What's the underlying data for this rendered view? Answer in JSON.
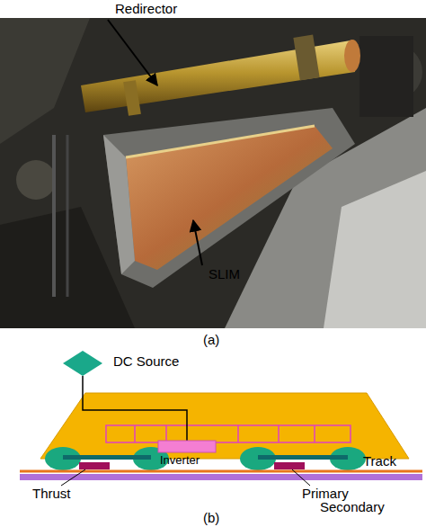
{
  "diagram": {
    "nodes": [
      {
        "text": [
          "DC Source"
        ]
      },
      {
        "text": [
          "Inverter"
        ]
      }
    ],
    "edges": [
      {
        "from": 0,
        "to": 1,
        "arrow": "none"
      }
    ],
    "labels": [
      "Redirector",
      "SLIM",
      "(a)",
      "Track",
      "Thrust",
      "Primary",
      "Secondary",
      "(b)"
    ]
  }
}
